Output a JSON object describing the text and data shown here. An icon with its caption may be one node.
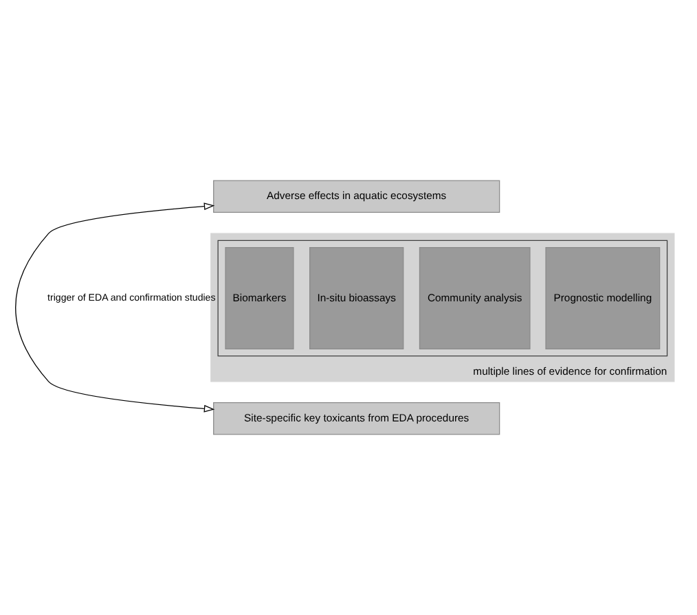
{
  "diagram": {
    "nodes": [
      {
        "text": [
          "Adverse effects in aquatic ecosystems"
        ]
      },
      {
        "text": [
          "multiple lines of evidence for confirmation"
        ]
      },
      {
        "text": [],
        "shape": "box",
        "in": 1
      },
      {
        "text": [
          "Biomarkers"
        ],
        "in": 2
      },
      {
        "text": [
          "In-situ bioassays"
        ],
        "in": 2
      },
      {
        "text": [
          "Community analysis"
        ],
        "in": 2
      },
      {
        "text": [
          "Prognostic modelling"
        ],
        "in": 2
      },
      {
        "text": [
          "Site-specific key toxicants from EDA procedures"
        ]
      }
    ],
    "edges": [
      {
        "from": 7,
        "to": 0,
        "arrow": "both",
        "label": "trigger of EDA and confirmation studies"
      }
    ]
  }
}
